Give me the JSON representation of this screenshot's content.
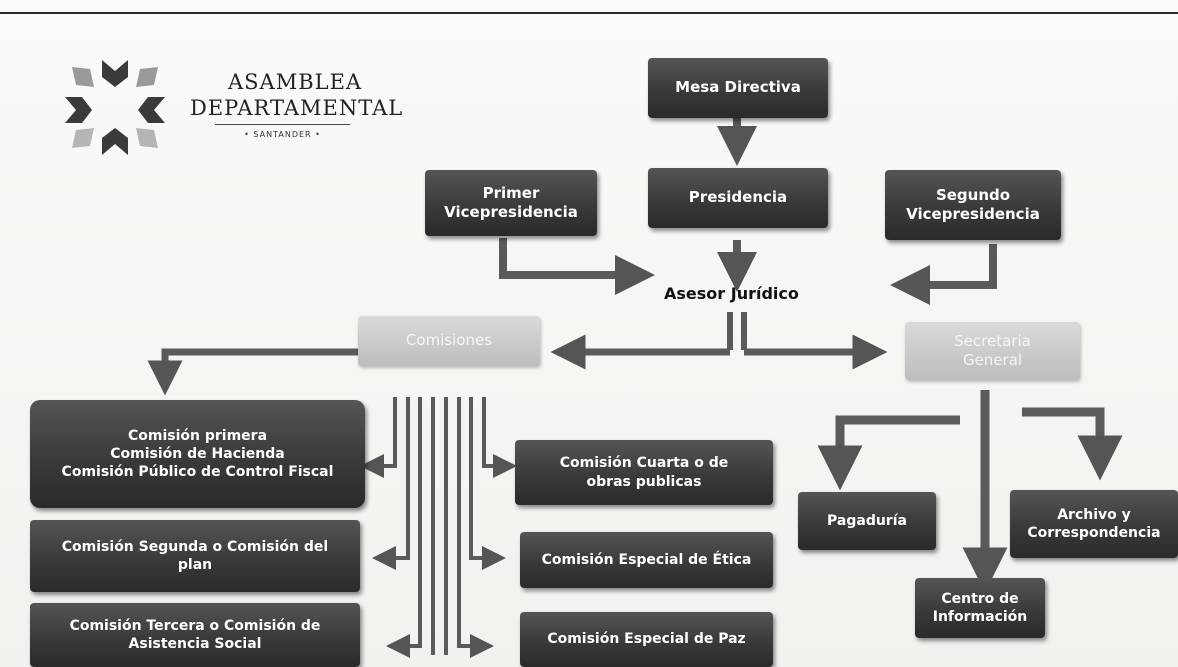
{
  "brand": {
    "line1": "Asamblea",
    "line2": "Departamental",
    "line3": "SANTANDER"
  },
  "nodes": {
    "mesa": "Mesa Directiva",
    "presidencia": "Presidencia",
    "primer_vice_1": "Primer",
    "primer_vice_2": "Vicepresidencia",
    "segundo_vice_1": "Segundo",
    "segundo_vice_2": "Vicepresidencia",
    "asesor": "Asesor Jurídico",
    "comisiones": "Comisiones",
    "secretaria_1": "Secretaria",
    "secretaria_2": "General",
    "com1_1": "Comisión primera",
    "com1_2": "Comisión de Hacienda",
    "com1_3": "Comisión Público de Control Fiscal",
    "com2_1": "Comisión Segunda o Comisión del",
    "com2_2": "plan",
    "com3_1": "Comisión Tercera o Comisión de",
    "com3_2": "Asistencia Social",
    "com4_1": "Comisión Cuarta o de",
    "com4_2": "obras publicas",
    "etica": "Comisión Especial de Ética",
    "paz": "Comisión Especial de Paz",
    "pagaduria": "Pagaduría",
    "archivo_1": "Archivo y",
    "archivo_2": "Correspondencia",
    "centro_1": "Centro de",
    "centro_2": "Información"
  },
  "colors": {
    "box_dark": "#3a3a3a",
    "box_light": "#c4c4c4",
    "arrow": "#555555"
  }
}
